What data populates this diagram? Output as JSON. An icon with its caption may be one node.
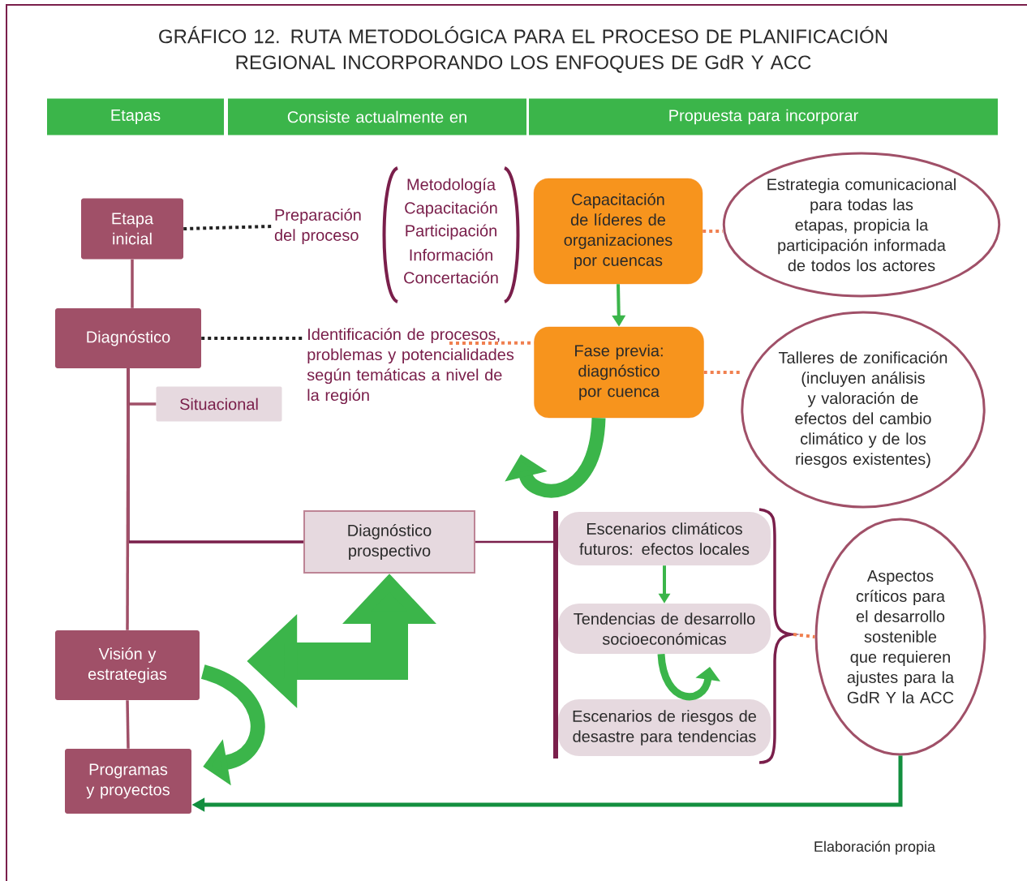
{
  "diagram": {
    "title": "GRÁFICO 12. RUTA METODOLÓGICA PARA EL PROCESO DE PLANIFICACIÓN REGIONAL INCORPORANDO LOS ENFOQUES DE GdR Y ACC",
    "caption": "Elaboración propia",
    "nodes": [
      {
        "text": [
          "Etapas"
        ]
      },
      {
        "text": [
          "Consiste actualmente en"
        ]
      },
      {
        "text": [
          "Propuesta para incorporar"
        ]
      },
      {
        "text": [
          "Etapa inicial"
        ]
      },
      {
        "text": [
          "Diagnóstico"
        ]
      },
      {
        "text": [
          "Situacional"
        ]
      },
      {
        "text": [
          "Diagnóstico prospectivo"
        ]
      },
      {
        "text": [
          "Visión y estrategias"
        ]
      },
      {
        "text": [
          "Programas y proyectos"
        ]
      },
      {
        "text": [
          "Preparación del proceso"
        ]
      },
      {
        "text": [
          "Identificación de procesos, problemas y potencialidades según temáticas a nivel de la región"
        ]
      },
      {
        "text": [
          "Capacitación de líderes de organizaciones por cuencas"
        ]
      },
      {
        "text": [
          "Estrategia comunicacional para todas las etapas, propicia la participación informada de todos los actores"
        ]
      },
      {
        "text": [
          "Fase previa: diagnóstico por cuenca"
        ]
      },
      {
        "text": [
          "Talleres de zonificación (incluyen análisis y valoración de efectos del cambio climático y de los riesgos existentes)"
        ]
      },
      {
        "text": [
          "Escenarios climáticos futuros: efectos locales"
        ]
      },
      {
        "text": [
          "Tendencias de desarrollo socioeconómicas"
        ]
      },
      {
        "text": [
          "Escenarios de riesgos de desastre para tendencias"
        ]
      },
      {
        "text": [
          "Aspectos críticos para el desarrollo sostenible que requieren ajustes para la GdR Y la ACC"
        ]
      }
    ],
    "edges": [
      {
        "from": 3,
        "to": 9,
        "arrow": "none",
        "style": "dashed",
        "color": "#222222"
      },
      {
        "from": 4,
        "to": 10,
        "arrow": "none",
        "style": "dashed",
        "color": "#222222"
      },
      {
        "from": 10,
        "to": 13,
        "arrow": "none",
        "style": "dashed",
        "color": "#f08050"
      },
      {
        "from": 11,
        "to": 12,
        "arrow": "none",
        "style": "dashed",
        "color": "#f08050"
      },
      {
        "from": 11,
        "to": 13,
        "arrow": "to",
        "color": "#3bb54a"
      },
      {
        "from": 13,
        "to": 14,
        "arrow": "none",
        "style": "dashed",
        "color": "#f08050"
      },
      {
        "from": 3,
        "to": 4,
        "arrow": "none",
        "color": "#a05068"
      },
      {
        "from": 4,
        "to": 5,
        "arrow": "none",
        "color": "#a05068"
      },
      {
        "from": 4,
        "to": 6,
        "arrow": "none",
        "color": "#7a1f4b"
      },
      {
        "from": 4,
        "to": 7,
        "arrow": "none",
        "color": "#a05068"
      },
      {
        "from": 7,
        "to": 8,
        "arrow": "none",
        "color": "#a05068"
      },
      {
        "from": 15,
        "to": 16,
        "arrow": "to",
        "color": "#3bb54a"
      },
      {
        "from": null,
        "to": 18,
        "arrow": "none",
        "style": "dashed",
        "color": "#f08050"
      },
      {
        "from": 18,
        "to": 8,
        "arrow": "to",
        "color": "#138f3f"
      },
      {
        "from": 7,
        "to": 6,
        "arrow": "both",
        "style": "thick",
        "color": "#3bb54a"
      },
      {
        "from": 7,
        "to": 8,
        "arrow": "to",
        "style": "thick",
        "color": "#3bb54a"
      },
      {
        "from": 13,
        "to": null,
        "arrow": "to",
        "style": "thick",
        "color": "#3bb54a"
      },
      {
        "from": 16,
        "to": null,
        "arrow": "to",
        "style": "thick",
        "color": "#3bb54a"
      }
    ],
    "labels": [
      "Metodología",
      "Capacitación",
      "Participación",
      "Información",
      "Concertación"
    ]
  }
}
